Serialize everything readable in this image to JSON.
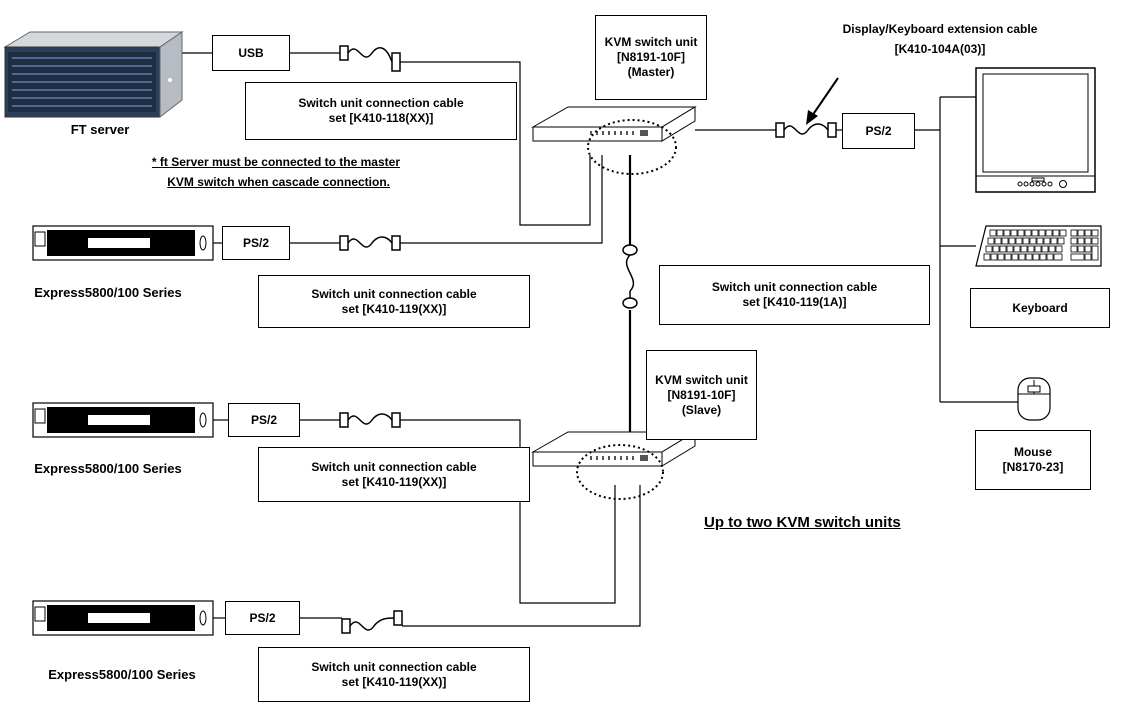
{
  "ft_server": {
    "label": "FT server",
    "port": "USB",
    "cable_line1": "Switch unit connection cable",
    "cable_line2": "set [K410-118(XX)]"
  },
  "note": {
    "line1": "* ft Server must be connected to the master",
    "line2": "KVM switch when cascade connection."
  },
  "master": {
    "line1": "KVM switch unit",
    "line2": "[N8191-10F]",
    "line3": "(Master)"
  },
  "slave": {
    "line1": "KVM switch unit",
    "line2": "[N8191-10F]",
    "line3": "(Slave)"
  },
  "ext_cable": {
    "line1": "Display/Keyboard extension cable",
    "line2": "[K410-104A(03)]",
    "port": "PS/2"
  },
  "cascade_cable": {
    "line1": "Switch unit connection cable",
    "line2": "set [K410-119(1A)]"
  },
  "servers": [
    {
      "label": "Express5800/100 Series",
      "port": "PS/2",
      "cable_line1": "Switch unit connection cable",
      "cable_line2": "set [K410-119(XX)]"
    },
    {
      "label": "Express5800/100 Series",
      "port": "PS/2",
      "cable_line1": "Switch unit connection cable",
      "cable_line2": "set  [K410-119(XX)]"
    },
    {
      "label": "Express5800/100 Series",
      "port": "PS/2",
      "cable_line1": "Switch unit connection cable",
      "cable_line2": "set [K410-119(XX)]"
    }
  ],
  "keyboard": {
    "label": "Keyboard"
  },
  "mouse": {
    "line1": "Mouse",
    "line2": "[N8170-23]"
  },
  "footer": "Up to two KVM switch units"
}
